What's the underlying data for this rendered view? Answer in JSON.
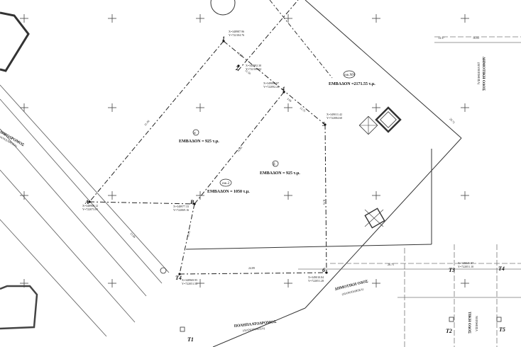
{
  "plan": {
    "areas": {
      "total_label": "ΕΜΒΑΔΟΝ =2171.55 τ.μ.",
      "total_code": "οικ.ΝΝ",
      "parcel_a_label": "ΕΜΒΑΔΟΝ = 925 τ.μ.",
      "parcel_a_code": "α",
      "parcel_b_label": "ΕΜΒΑΔΟΝ = 925 τ.μ.",
      "parcel_b_code": "β",
      "parcel_c_label": "ΕΜΒΑΔΟΝ = 1050 τ.μ.",
      "parcel_c_code": "οικ.2"
    },
    "points": {
      "p1": "1",
      "p2": "2",
      "p4": "4",
      "p5": "5",
      "p6": "6",
      "pA": "A",
      "pB": "B",
      "pT1": "T1",
      "pT2": "T2",
      "pT3": "T3",
      "pT4_left": "T4",
      "pT4_right": "T4",
      "pT5": "T5"
    },
    "dimensions": {
      "d1": "8.53",
      "d2": "11.59",
      "d3": "14.37",
      "d4": "15.75",
      "d5": "24.89",
      "d6": "31.06",
      "d7": "8.75",
      "d8": "31.82",
      "d9": "33.86",
      "d10": "28.75",
      "d11": "26.75",
      "d12": "19.82",
      "d13": "3.96",
      "d14": "16.83"
    },
    "roads": {
      "right_road": "ΔΗΜΟΤΙΚΗ ΟΔΟΣ",
      "right_road_sub": "(ΔΙΑΝΟΙΧΘΕΙΣΑ)",
      "bottom_road": "ΔΗΜΟΤΙΚΗ ΟΔΟΣ",
      "bottom_road_sub": "(ΔΙΑΝΟΙΧΘΕΙΣΑ)",
      "pedestrian": "ΠΟΛΗΠΛΑΤΟΔΡΟΜΟΣ",
      "pedestrian_sub": "(ΔΙΑΝΟΙΧΘΕΙΣΑ)",
      "left_road": "ΣΙΔΗΡΟΔΡΟΜΟΣ",
      "left_road_sub": "(ΔΙΑΝΟΙΧΘΕΙΣΑ)",
      "right_cut": "ΤΙΚΗ ΟΔΟΣ",
      "right_cut_sub": "ΝΟΙΧΘΕΙΣΑ"
    },
    "coords": {
      "c1": "X=348987.96",
      "c1b": "Y=722104.76",
      "c2": "X=348992.30",
      "c2b": "Y=722100.04",
      "c4": "X=349000.87",
      "c4b": "Y=722092.28",
      "c5": "X=349011.42",
      "c5b": "Y=722084.60",
      "cA": "X=348960.12",
      "cAb": "Y=722073.81",
      "cB": "X=348977.33",
      "cBb": "Y=722069.16",
      "c6": "X=349010.84",
      "c6b": "Y=722051.28",
      "cT4": "X=348969.95",
      "cT4b": "Y=722051.52",
      "cT3": "X=349046.87",
      "cT3b": "Y=722051.10"
    }
  }
}
